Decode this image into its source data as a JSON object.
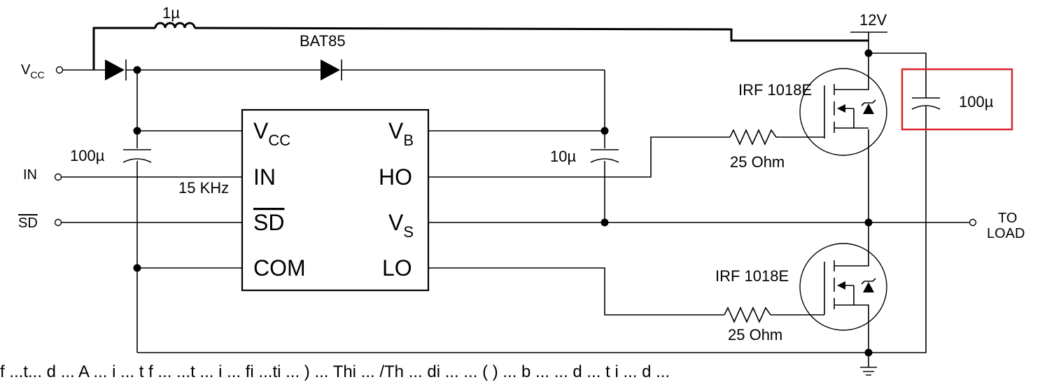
{
  "ic": {
    "pins_left": [
      "V",
      "IN",
      "SD",
      "COM"
    ],
    "pins_right": [
      "V",
      "HO",
      "V",
      "LO"
    ],
    "vcc_sub": "CC",
    "vb_sub": "B",
    "vs_sub": "S"
  },
  "labels": {
    "inductor": "1µ",
    "diode": "BAT85",
    "supply": "12V",
    "vcc_terminal": "V",
    "vcc_terminal_sub": "CC",
    "in_terminal": "IN",
    "sd_terminal": "SD",
    "load_terminal_1": "TO",
    "load_terminal_2": "LOAD",
    "freq": "15 KHz",
    "cap_vcc": "100µ",
    "cap_boot": "10µ",
    "cap_bus": "100µ",
    "mosfet_high": "IRF 1018E",
    "mosfet_low": "IRF 1018E",
    "gate_res_high": "25 Ohm",
    "gate_res_low": "25 Ohm"
  },
  "caption": "f ...t... d ... A ... i ... t f ... ...t ... i ... fi ...ti ... ) ... Thi ... /Th ... di ... ... ( ) ... b ... ... d ... t i ... d ..."
}
